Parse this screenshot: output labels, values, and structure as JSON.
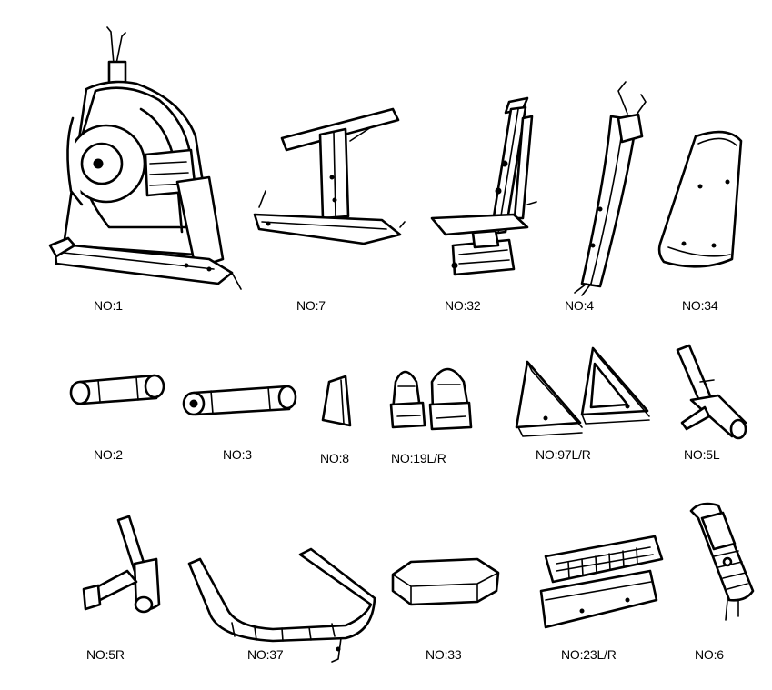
{
  "parts": [
    {
      "id": "p1",
      "label": "NO:1"
    },
    {
      "id": "p7",
      "label": "NO:7"
    },
    {
      "id": "p32",
      "label": "NO:32"
    },
    {
      "id": "p4",
      "label": "NO:4"
    },
    {
      "id": "p34",
      "label": "NO:34"
    },
    {
      "id": "p2",
      "label": "NO:2"
    },
    {
      "id": "p3",
      "label": "NO:3"
    },
    {
      "id": "p8",
      "label": "NO:8"
    },
    {
      "id": "p19",
      "label": "NO:19L/R"
    },
    {
      "id": "p97",
      "label": "NO:97L/R"
    },
    {
      "id": "p5l",
      "label": "NO:5L"
    },
    {
      "id": "p5r",
      "label": "NO:5R"
    },
    {
      "id": "p37",
      "label": "NO:37"
    },
    {
      "id": "p33",
      "label": "NO:33"
    },
    {
      "id": "p23",
      "label": "NO:23L/R"
    },
    {
      "id": "p6",
      "label": "NO:6"
    }
  ]
}
